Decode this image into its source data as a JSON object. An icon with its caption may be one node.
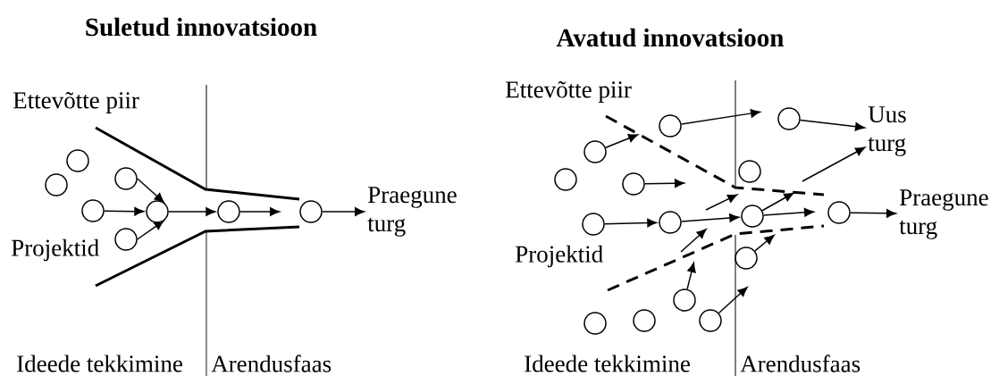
{
  "diagram": {
    "nodes": [
      {
        "text": [],
        "shape": "circle"
      },
      {
        "text": [],
        "shape": "circle"
      },
      {
        "text": [],
        "shape": "circle"
      },
      {
        "text": [],
        "shape": "circle"
      },
      {
        "text": [],
        "shape": "circle"
      },
      {
        "text": [],
        "shape": "circle"
      },
      {
        "text": [],
        "shape": "circle"
      },
      {
        "text": [],
        "shape": "circle"
      },
      {
        "text": [
          "Praegune turg"
        ]
      },
      {
        "text": [],
        "shape": "circle"
      },
      {
        "text": [],
        "shape": "circle"
      },
      {
        "text": [],
        "shape": "circle"
      },
      {
        "text": [
          "Uus turg"
        ]
      },
      {
        "text": [],
        "shape": "circle"
      },
      {
        "text": [],
        "shape": "circle"
      },
      {
        "text": [],
        "shape": "circle"
      },
      {
        "text": [],
        "shape": "circle"
      },
      {
        "text": [],
        "shape": "circle"
      },
      {
        "text": [],
        "shape": "circle"
      },
      {
        "text": [],
        "shape": "circle"
      },
      {
        "text": [
          "Praegune turg"
        ]
      },
      {
        "text": [],
        "shape": "circle"
      },
      {
        "text": [],
        "shape": "circle"
      },
      {
        "text": [],
        "shape": "circle"
      },
      {
        "text": [],
        "shape": "circle"
      },
      {
        "text": [],
        "shape": "circle"
      }
    ],
    "edges": [
      {
        "from": 2,
        "to": 4,
        "arrow": "to"
      },
      {
        "from": 3,
        "to": 4,
        "arrow": "to"
      },
      {
        "from": 7,
        "to": 4,
        "arrow": "to"
      },
      {
        "from": 4,
        "to": 5,
        "arrow": "to"
      },
      {
        "from": 5,
        "to": null,
        "arrow": "to"
      },
      {
        "from": 6,
        "to": 8,
        "arrow": "to"
      },
      {
        "from": 10,
        "to": null,
        "arrow": "to"
      },
      {
        "from": 9,
        "to": null,
        "arrow": "to"
      },
      {
        "from": 11,
        "to": 12,
        "arrow": "to"
      },
      {
        "from": 14,
        "to": null,
        "arrow": "to"
      },
      {
        "from": null,
        "to": 12,
        "arrow": "to"
      },
      {
        "from": 16,
        "to": 17,
        "arrow": "to"
      },
      {
        "from": 17,
        "to": 18,
        "arrow": "to"
      },
      {
        "from": 18,
        "to": null,
        "arrow": "to"
      },
      {
        "from": 18,
        "to": null,
        "arrow": "to"
      },
      {
        "from": 19,
        "to": 20,
        "arrow": "to"
      },
      {
        "from": 21,
        "to": null,
        "arrow": "to"
      },
      {
        "from": 22,
        "to": null,
        "arrow": "to"
      },
      {
        "from": 25,
        "to": null,
        "arrow": "to"
      }
    ],
    "labels": [
      "Suletud innovatsioon",
      "Ettevõtte piir",
      "Projektid",
      "Ideede tekkimine",
      "Arendusfaas",
      "Avatud innovatsioon",
      "Ettevõtte piir",
      "Projektid",
      "Ideede tekkimine",
      "Arendusfaas"
    ]
  }
}
